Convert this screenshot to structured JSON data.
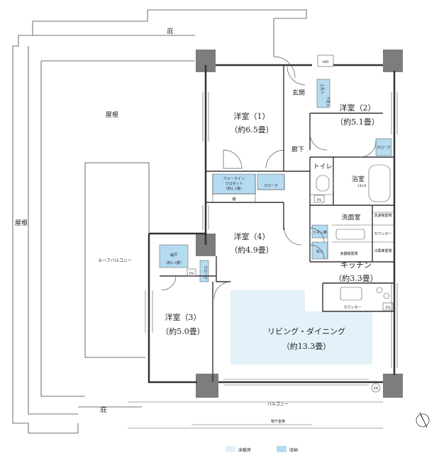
{
  "rooms": {
    "eaves_top": "庇",
    "roof_1": "屋根",
    "roof_2": "屋根",
    "roof_balcony": "ルーフバルコニー",
    "eaves_bottom": "庇",
    "balcony": "バルコニー",
    "drying": "物干金物",
    "bed1_name": "洋室（1）",
    "bed1_size": "（約6.5畳）",
    "bed2_name": "洋室（2）",
    "bed2_size": "（約5.1畳）",
    "bed3_name": "洋室（3）",
    "bed3_size": "（約5.0畳）",
    "bed4_name": "洋室（4）",
    "bed4_size": "（約4.9畳）",
    "ldk_name": "リビング・ダイニング",
    "ldk_size": "（約13.3畳）",
    "kitchen_name": "キッチン",
    "kitchen_size": "（約3.3畳）",
    "entrance": "玄関",
    "hall": "廊下",
    "toilet": "トイレ",
    "bath_name": "浴室",
    "bath_size": "1418",
    "washroom": "洗面室",
    "mb": "MB",
    "sk": "SK",
    "wic_1": "ウォークイン",
    "wic_2": "クロゼット",
    "wic_3": "（約1.2畳）",
    "closet_1": "クローク",
    "closet_2": "クローク",
    "closet_3": "クローク",
    "storage_name": "納戸",
    "storage_size": "（約1.3畳）",
    "ps_1": "PS",
    "ps_2": "PS",
    "ps_3": "PS",
    "shelf": "棚",
    "upper_storage": "上足入",
    "lower_storage": "下足入",
    "linen": "リネン庫",
    "storage_small": "収入",
    "counter_1": "カウンター",
    "counter_2": "カウンター",
    "dishwasher": "食器棚置場",
    "fridge": "冷蔵庫置場",
    "washer": "洗濯機置場"
  },
  "legend": {
    "floor_heating": "床暖房",
    "storage": "収納"
  },
  "colors": {
    "floor_heating": "#e3f1f9",
    "storage": "#b5dbf1",
    "wall": "#333333",
    "column": "#7d7d7d"
  },
  "north_arrow": "north-arrow-icon"
}
